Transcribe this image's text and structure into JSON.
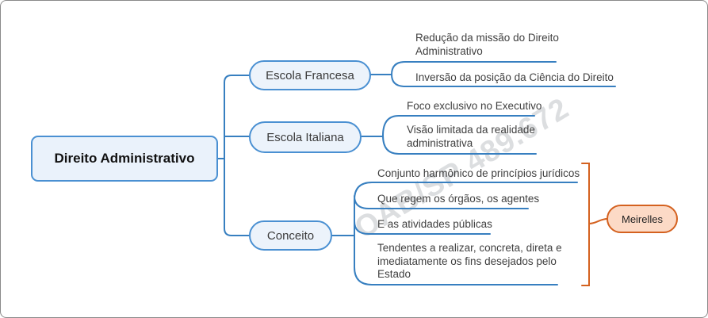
{
  "watermark": {
    "text": "OAB/SP 489.672"
  },
  "root": {
    "label": "Direito Administrativo"
  },
  "branches": [
    {
      "label": "Escola Francesa",
      "children": [
        {
          "text": "Redução da missão do Direito\nAdministrativo"
        },
        {
          "text": "Inversão da posição da Ciência do Direito"
        }
      ]
    },
    {
      "label": "Escola Italiana",
      "children": [
        {
          "text": "Foco exclusivo no Executivo"
        },
        {
          "text": "Visão limitada da realidade\nadministrativa"
        }
      ]
    },
    {
      "label": "Conceito",
      "children": [
        {
          "text": "Conjunto harmônico de princípios jurídicos"
        },
        {
          "text": "Que regem os órgãos, os agentes"
        },
        {
          "text": "E as atividades públicas"
        },
        {
          "text": "Tendentes a realizar, concreta, direta e\nimediatamente os fins desejados pelo\nEstado"
        }
      ]
    }
  ],
  "annotation": {
    "label": "Meirelles"
  },
  "colors": {
    "connector": "#377fc0",
    "topic_border": "#4a90d2",
    "topic_fill": "#ecf3fb",
    "accent": "#d4611f",
    "annotation_fill": "#fcdac6",
    "watermark": "#c6c9cd"
  }
}
